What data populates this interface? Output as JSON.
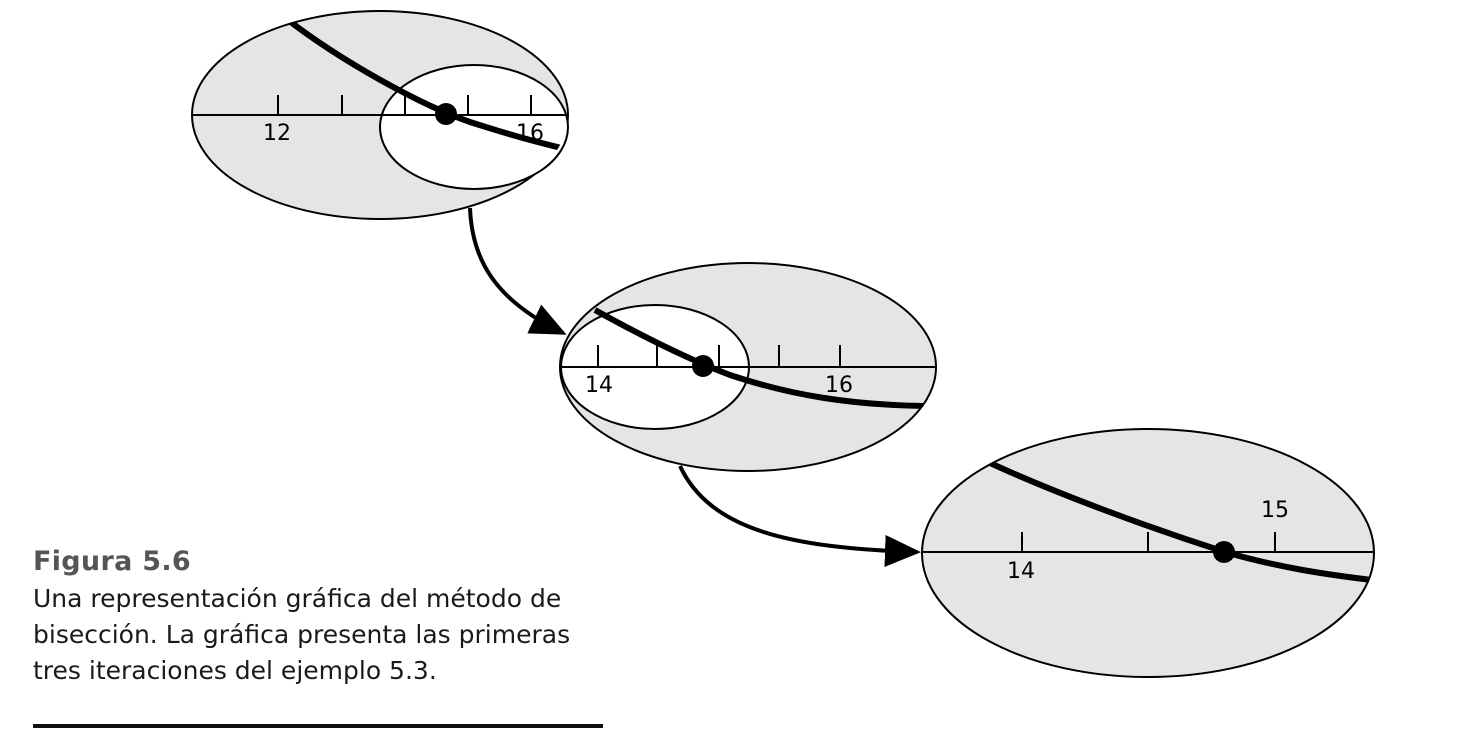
{
  "figure": {
    "panel1": {
      "tick_left": "12",
      "tick_right": "16"
    },
    "panel2": {
      "tick_left": "14",
      "tick_right": "16"
    },
    "panel3": {
      "tick_bottom": "14",
      "tick_top": "15"
    }
  },
  "caption": {
    "title": "Figura 5.6",
    "lines": [
      "Una representación gráfica del método de",
      "bisección. La gráfica presenta las primeras",
      "tres iteraciones del ejemplo 5.3."
    ]
  },
  "colors": {
    "ellipse_fill": "#e5e5e5",
    "inner_fill": "#ffffff",
    "stroke": "#000000",
    "caption_title": "#555555"
  }
}
